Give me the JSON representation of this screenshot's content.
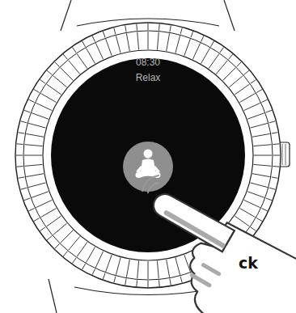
{
  "diagram": {
    "labels": [
      "08:30",
      "Relax",
      "ck"
    ]
  }
}
